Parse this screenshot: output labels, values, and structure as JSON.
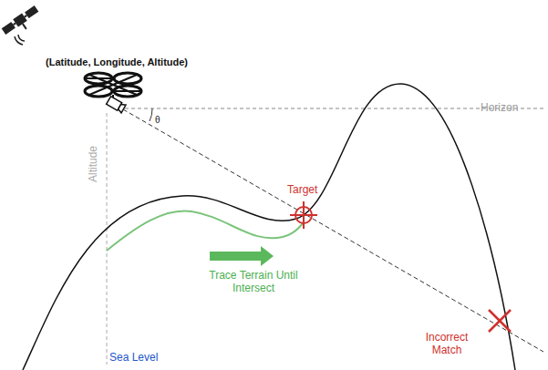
{
  "diagram": {
    "labels": [
      "(Latitude, Longitude, Altitude)",
      "Horizon",
      "Altitude",
      "θ",
      "Target",
      "Trace Terrain Until Intersect",
      "Incorrect Match",
      "Sea Level"
    ]
  }
}
